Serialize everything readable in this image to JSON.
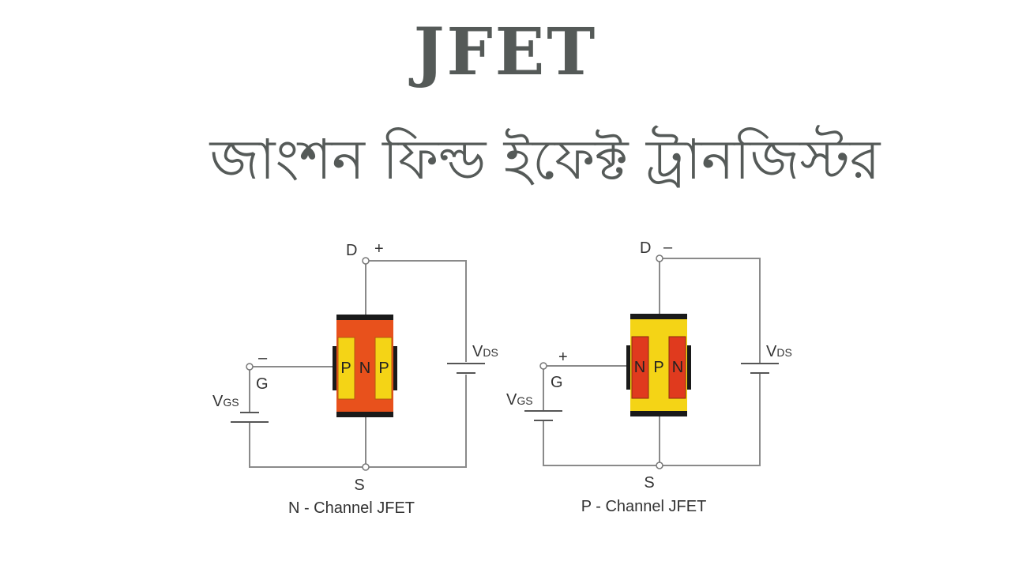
{
  "title": "JFET",
  "subtitle": "জাংশন ফিল্ড ইফেক্ট ট্রানজিস্টর",
  "n_channel": {
    "caption": "N - Channel JFET",
    "drain": "D",
    "drain_polarity": "+",
    "gate": "G",
    "gate_polarity": "–",
    "source": "S",
    "vgs_main": "V",
    "vgs_sub": "GS",
    "vds_main": "V",
    "vds_sub": "DS",
    "regions": [
      "P",
      "N",
      "P"
    ],
    "colors": {
      "body": "#e8511c",
      "gate": "#f4d416",
      "terminal": "#1a1a1a"
    }
  },
  "p_channel": {
    "caption": "P - Channel JFET",
    "drain": "D",
    "drain_polarity": "–",
    "gate": "G",
    "gate_polarity": "+",
    "source": "S",
    "vgs_main": "V",
    "vgs_sub": "GS",
    "vds_main": "V",
    "vds_sub": "DS",
    "regions": [
      "N",
      "P",
      "N"
    ],
    "colors": {
      "body": "#f4d416",
      "gate": "#e03a1e",
      "terminal": "#1a1a1a"
    }
  }
}
